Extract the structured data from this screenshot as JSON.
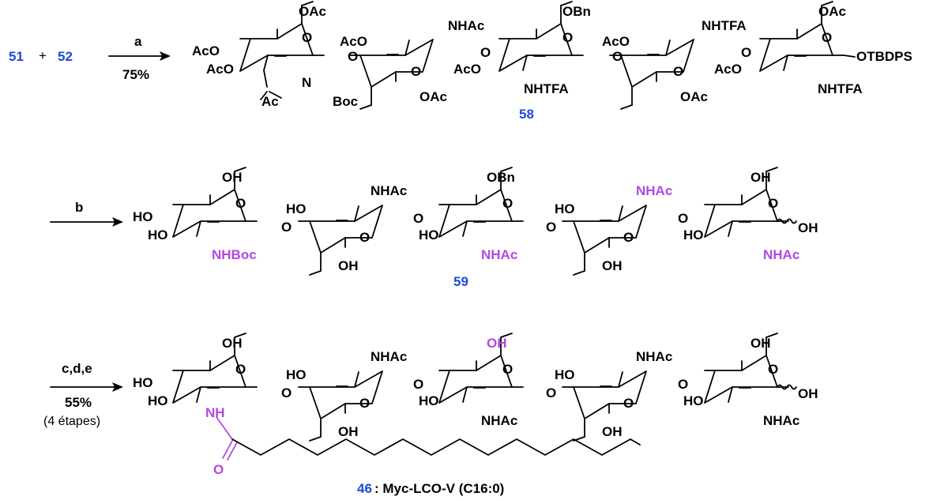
{
  "row1": {
    "reactant_a": "51",
    "plus": "+",
    "reactant_b": "52",
    "reagent": "a",
    "yield": "75%",
    "compound": "58",
    "labels": {
      "oac": "OAc",
      "aco": "AcO",
      "o": "O",
      "nhac": "NHAc",
      "obn": "OBn",
      "nhtfa": "NHTFA",
      "otbdps": "OTBDPS",
      "ac": "Ac",
      "n": "N",
      "boc": "Boc"
    }
  },
  "row2": {
    "reagent": "b",
    "compound": "59",
    "labels": {
      "oh": "OH",
      "ho": "HO",
      "o": "O",
      "nhac": "NHAc",
      "obn": "OBn",
      "nhboc": "NHBoc"
    }
  },
  "row3": {
    "reagent": "c,d,e",
    "yield": "55%",
    "steps": "(4 étapes)",
    "compound": "46",
    "compound_name": ": Myc-LCO-V (C16:0)",
    "labels": {
      "oh": "OH",
      "ho": "HO",
      "o": "O",
      "nhac": "NHAc",
      "nh": "NH",
      "o_carbonyl": "O"
    }
  }
}
